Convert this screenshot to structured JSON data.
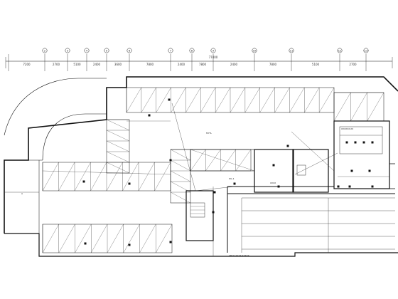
{
  "drawing": {
    "total_dimension": "77400",
    "segment_dimensions": [
      "7200",
      "2700",
      "5100",
      "2400",
      "3600",
      "7800",
      "2400",
      "7800",
      "2400",
      "7800",
      "5100",
      "2700"
    ],
    "axis_labels": [
      "1",
      "2",
      "3",
      "4",
      "5",
      "6",
      "7",
      "8",
      "9",
      "10",
      "11",
      "12",
      "13"
    ],
    "annotations": {
      "vertical_note": "A",
      "bottom_note": "ABCD-XXXX-XXXXX",
      "mid_note_1": "MYTL",
      "mid_note_2": "WL-1",
      "room_label_1": "XXXX",
      "room_label_2": "XXXXXX-XX"
    },
    "colors": {
      "line": "#111111",
      "thin_line": "#333333",
      "background": "#ffffff"
    }
  }
}
